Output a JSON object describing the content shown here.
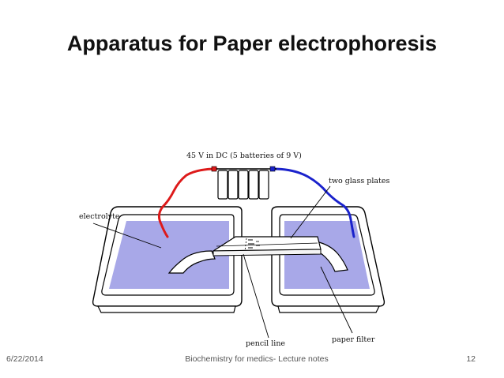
{
  "slide": {
    "title": "Apparatus for Paper electrophoresis"
  },
  "diagram": {
    "labels": {
      "power_supply": "45 V in DC (5 batteries of 9 V)",
      "two_glass_plates": "two glass plates",
      "electrolyte": "electrolyte",
      "pencil_line": "pencil line",
      "paper_filter": "paper filter"
    },
    "battery_count": 5,
    "colors": {
      "positive_wire": "#dd1a1a",
      "negative_wire": "#1a22cc",
      "electrolyte_fill": "#a8a8e8",
      "outline": "#000000"
    }
  },
  "footer": {
    "date": "6/22/2014",
    "course": "Biochemistry for medics- Lecture notes",
    "page_number": "12"
  }
}
